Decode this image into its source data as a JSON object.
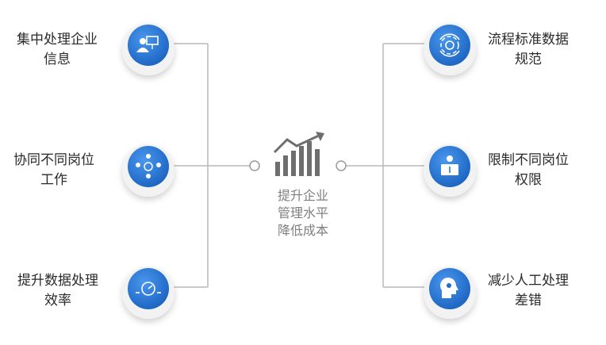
{
  "center": {
    "lines": [
      "提升企业",
      "管理水平",
      "降低成本"
    ],
    "icon": "growth-bar-chart-icon"
  },
  "left": [
    {
      "lines": [
        "集中处理企业",
        "信息"
      ],
      "icon": "presentation-user-icon"
    },
    {
      "lines": [
        "协同不同岗位",
        "工作"
      ],
      "icon": "team-collaboration-icon"
    },
    {
      "lines": [
        "提升数据处理",
        "效率"
      ],
      "icon": "speed-gauge-icon"
    }
  ],
  "right": [
    {
      "lines": [
        "流程标准数据",
        "规范"
      ],
      "icon": "gear-cycle-icon"
    },
    {
      "lines": [
        "限制不同岗位",
        "权限"
      ],
      "icon": "access-box-icon"
    },
    {
      "lines": [
        "减少人工处理",
        "差错"
      ],
      "icon": "brain-head-icon"
    }
  ],
  "colors": {
    "accent": "#1f6fcf",
    "accent_light": "#3d8be6",
    "line": "#b9b9b9",
    "text": "#2a2a2a",
    "center_text": "#7f7f7f",
    "center_icon": "#6e6e6e"
  }
}
